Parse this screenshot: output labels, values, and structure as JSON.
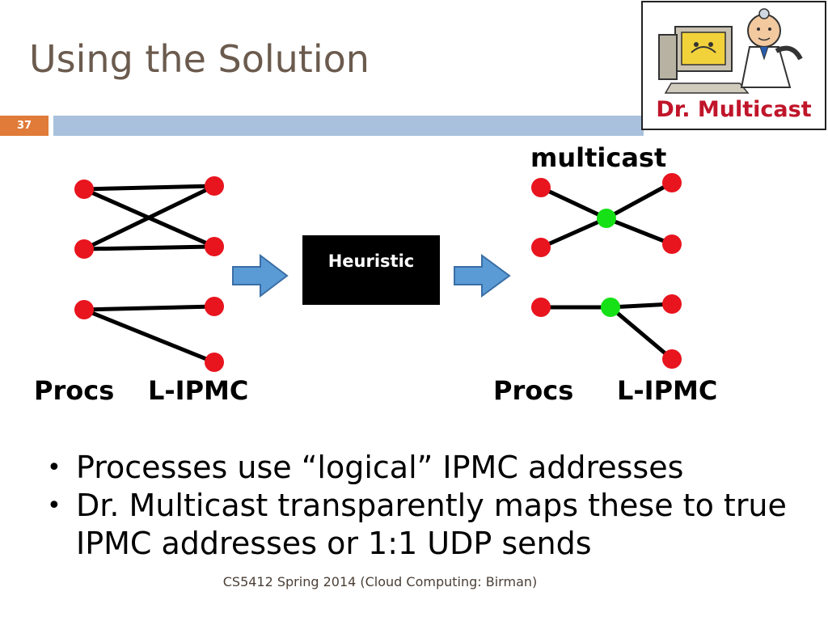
{
  "slide": {
    "title": "Using the Solution",
    "number": "37",
    "footer": "CS5412 Spring 2014 (Cloud Computing: Birman)"
  },
  "logo": {
    "caption": "Dr. Multicast",
    "icon": "doctor-at-computer-icon"
  },
  "diagram": {
    "left_labels": {
      "procs": "Procs",
      "lipmc": "L-IPMC"
    },
    "right_labels": {
      "procs": "Procs",
      "lipmc": "L-IPMC"
    },
    "multicast_label": "multicast",
    "box_label": "Heuristic",
    "colors": {
      "process_node": "#e8141e",
      "multicast_node": "#16e016",
      "arrow_fill": "#5b9bd5",
      "arrow_stroke": "#3a6ea5"
    }
  },
  "bullets": [
    "Processes use “logical” IPMC addresses",
    "Dr. Multicast transparently maps these to true IPMC addresses or 1:1 UDP sends"
  ]
}
